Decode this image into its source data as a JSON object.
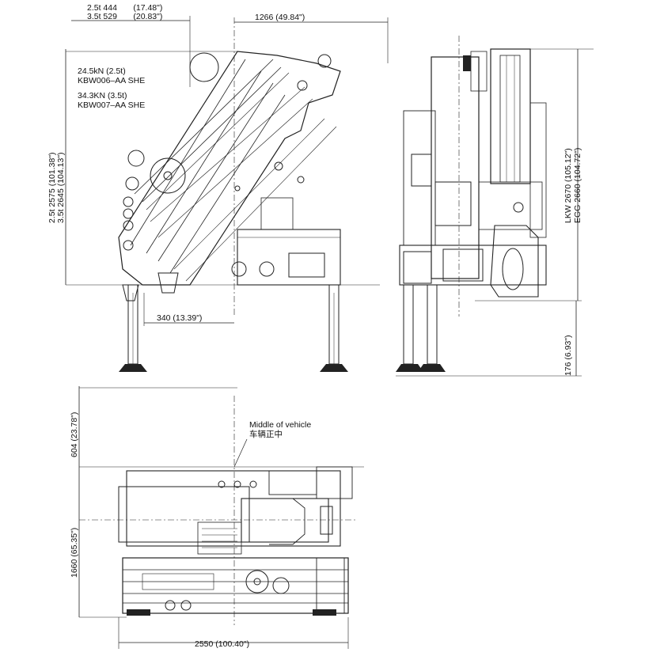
{
  "top_left": {
    "r1_a": "2.5t 444",
    "r1_b": "(17.48\")",
    "r2_a": "3.5t 529",
    "r2_b": "(20.83\")"
  },
  "top_width": "1266   (49.84\")",
  "load_labels": {
    "l1": "24.5kN (2.5t)",
    "l2": "KBW006–AA SHE",
    "l3": "34.3KN (3.5t)",
    "l4": "KBW007–AA SHE"
  },
  "left_height": {
    "a": "2.5t 2575   (101.38\")",
    "b": "3.5t 2645   (104.13\")"
  },
  "offset_340": "340   (13.39\")",
  "right_height": {
    "a": "LKW 2670   (105.12\")",
    "b": "EGG 2660   (104.72\")"
  },
  "right_176": "176 (6.93\")",
  "middle_label": {
    "en": "Middle of vehicle",
    "zh": "车辆正中"
  },
  "plan_604": "604 (23.78\")",
  "plan_1660": "1660 (65.35\")",
  "plan_2550": "2550   (100.40\")"
}
